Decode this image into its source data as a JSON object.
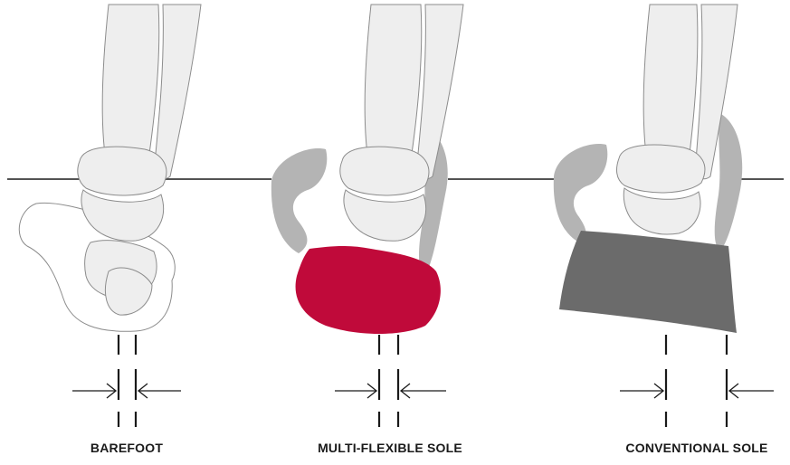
{
  "panels": [
    {
      "id": "barefoot",
      "label": "BAREFOOT"
    },
    {
      "id": "multi",
      "label": "MULTI-FLEXIBLE SOLE",
      "sole_color": "#c00a3a"
    },
    {
      "id": "conventional",
      "label": "CONVENTIONAL SOLE",
      "sole_color": "#6b6b6b"
    }
  ],
  "colors": {
    "bone_fill": "#eeeeee",
    "bone_stroke": "#8c8c8c",
    "soft_tissue": "#b4b4b4",
    "lines": "#1a1a1a"
  }
}
